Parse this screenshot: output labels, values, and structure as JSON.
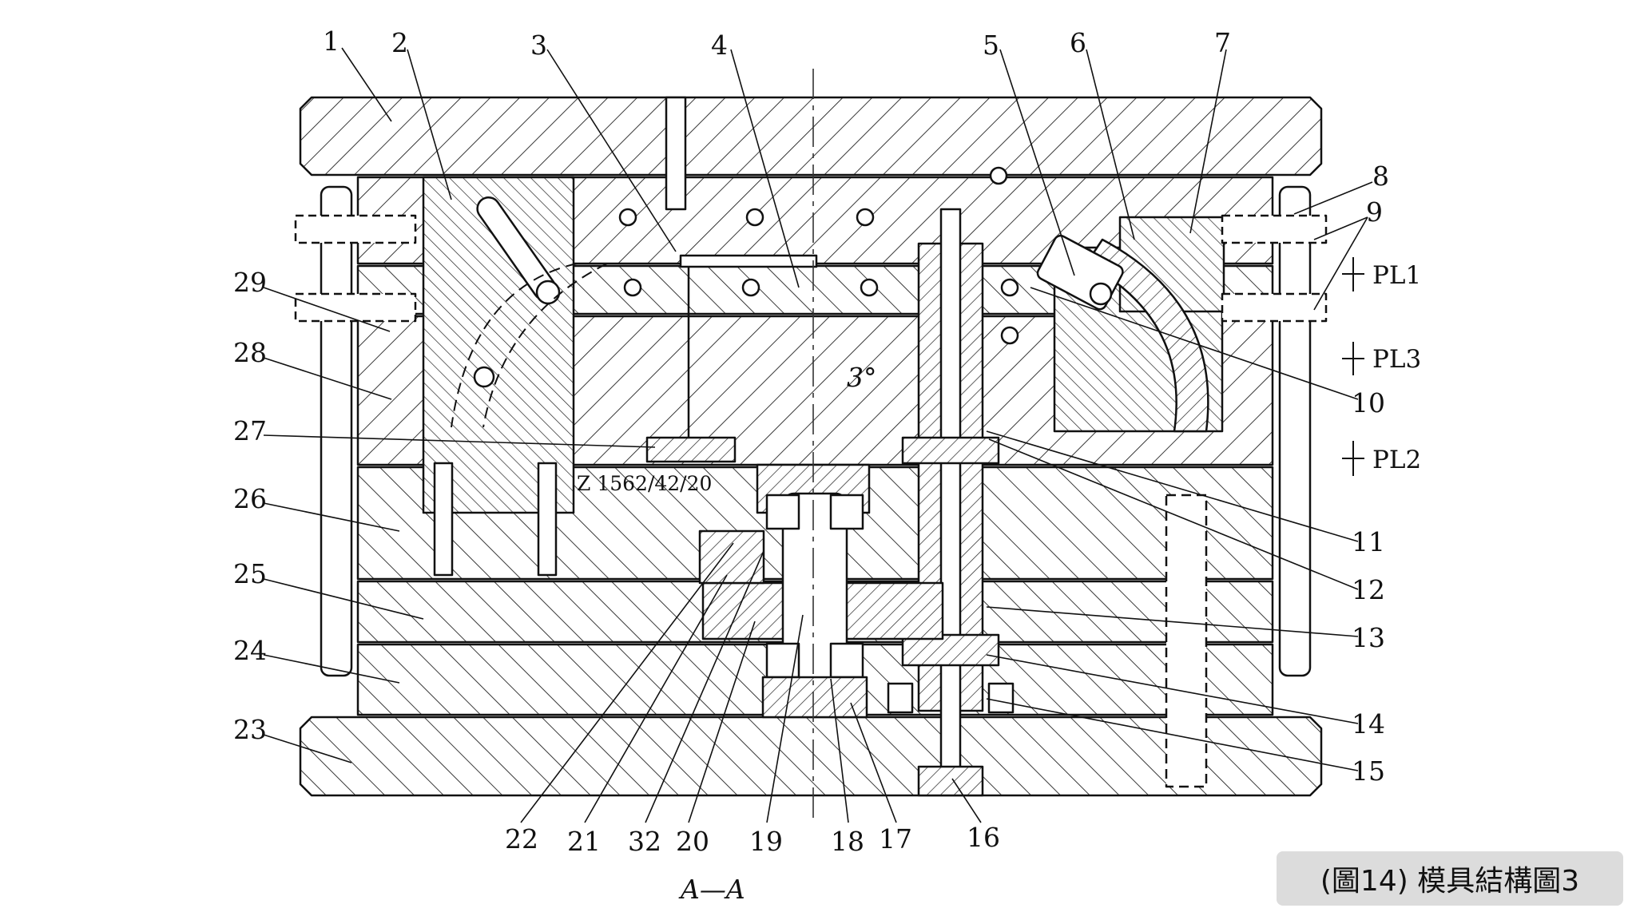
{
  "diagram": {
    "type": "mold-structure-cross-section",
    "part_labels": [
      "1",
      "2",
      "3",
      "4",
      "5",
      "6",
      "7",
      "8",
      "9",
      "10",
      "11",
      "12",
      "13",
      "14",
      "15",
      "16",
      "17",
      "18",
      "19",
      "20",
      "32",
      "21",
      "22",
      "23",
      "24",
      "25",
      "26",
      "27",
      "28",
      "29"
    ],
    "parting_lines": [
      "PL1",
      "PL3",
      "PL2"
    ],
    "section_label": "A—A",
    "annotation": "Z 1562/42/20",
    "dimension_mark": "3°"
  },
  "caption": "(圖14) 模具結構圖3"
}
